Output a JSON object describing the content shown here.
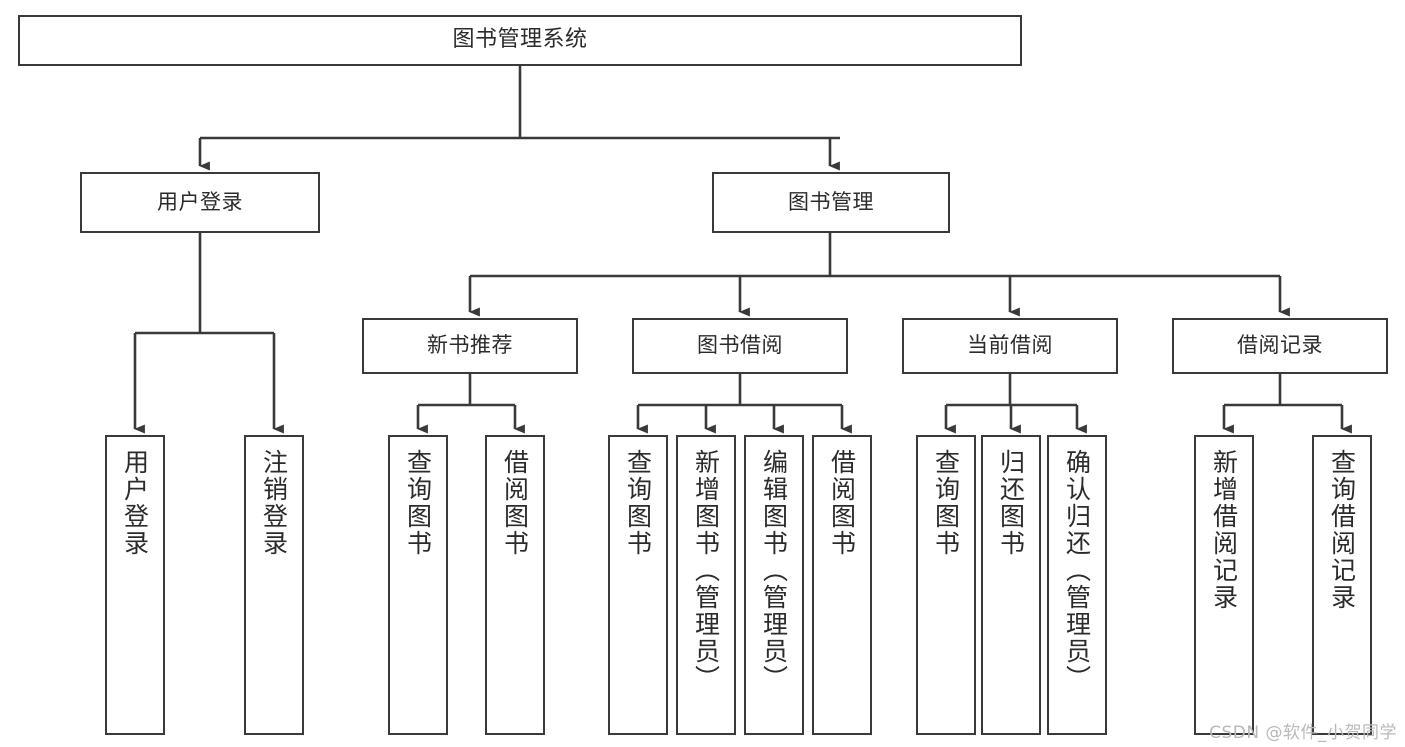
{
  "diagram": {
    "title": "图书管理系统",
    "type": "tree",
    "theme": {
      "background": "#ffffff",
      "node_border": "#3a3a3a",
      "node_fill": "#ffffff",
      "edge_color": "#3a3a3a",
      "text_color": "#2b2b2b",
      "watermark_color": "#b9b9b9"
    },
    "root": {
      "label": "图书管理系统"
    },
    "level2": [
      {
        "label": "用户登录"
      },
      {
        "label": "图书管理"
      }
    ],
    "level3": [
      {
        "label": "新书推荐"
      },
      {
        "label": "图书借阅"
      },
      {
        "label": "当前借阅"
      },
      {
        "label": "借阅记录"
      }
    ],
    "leaves": {
      "user_login": [
        {
          "label": "用户登录"
        },
        {
          "label": "注销登录"
        }
      ],
      "new_book_recommend": [
        {
          "label": "查询图书"
        },
        {
          "label": "借阅图书"
        }
      ],
      "book_borrow": [
        {
          "label": "查询图书"
        },
        {
          "label": "新增图书（管理员）"
        },
        {
          "label": "编辑图书（管理员）"
        },
        {
          "label": "借阅图书"
        }
      ],
      "current_borrow": [
        {
          "label": "查询图书"
        },
        {
          "label": "归还图书"
        },
        {
          "label": "确认归还（管理员）"
        }
      ],
      "borrow_record": [
        {
          "label": "新增借阅记录"
        },
        {
          "label": "查询借阅记录"
        }
      ]
    },
    "watermark": "CSDN @软件_小贺同学"
  }
}
